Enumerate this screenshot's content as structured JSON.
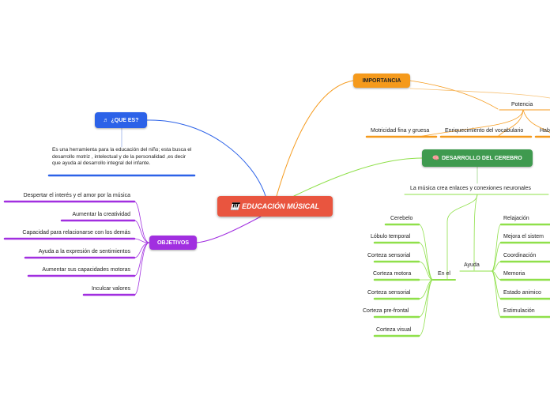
{
  "root": {
    "label": "EDUCACIÓN MÚSICAL",
    "color": "#e9553f",
    "icon": "piano-icon"
  },
  "que_es": {
    "label": "¿QUE ES?",
    "color": "#2c62e8",
    "icon": "music-notes-icon",
    "description": "Es una herramienta para la educación del niño; esta busca el desarrollo motriz , intelectual y de la personalidad ,es decir que ayuda al desarrollo integral del infante."
  },
  "importancia": {
    "label": "IMPORTANCIA",
    "color": "#f59a1c",
    "potencia": "Potencia",
    "items": [
      "Motricidad fina y gruesa",
      "Enriquecimiento del vocabulario",
      "Habi"
    ]
  },
  "desarrollo": {
    "label": "DESARROLLO DEL CEREBRO",
    "color": "#3f9a4f",
    "icon": "brain-icon",
    "subtitle": "La música crea enlaces y conexiones neuronales",
    "en_el": "En el",
    "en_el_items": [
      "Cerebelo",
      "Lóbulo temporal",
      "Corteza sensorial",
      "Corteza motora",
      "Corteza sensorial",
      "Corteza pre-frontal",
      "Corteza visual"
    ],
    "ayuda": "Ayuda",
    "ayuda_items": [
      "Relajación",
      "Mejora el sistem",
      "Coordinación",
      "Memoria",
      "Estado animico",
      "Estimulación"
    ]
  },
  "objetivos": {
    "label": "OBJETIVOS",
    "color": "#a12fe0",
    "items": [
      "Despertar el interés y el amor por la música",
      "Aumentar la creatividad",
      "Capacidad para relacionarse  con los demás",
      "Ayuda a la expresión de sentimientos",
      "Aumentar sus capacidades motoras",
      "Inculcar valores"
    ]
  }
}
